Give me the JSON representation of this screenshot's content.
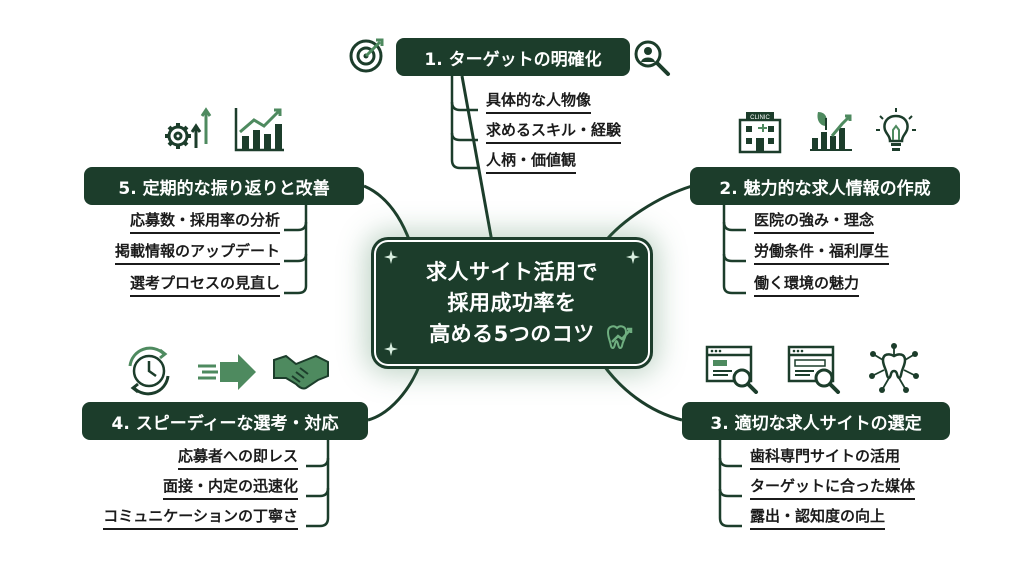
{
  "center": {
    "lines": [
      "求人サイト活用で",
      "採用成功率を",
      "高める5つのコツ"
    ]
  },
  "branches": [
    {
      "title": "1. ターゲットの明確化",
      "items": [
        "具体的な人物像",
        "求めるスキル・経験",
        "人柄・価値観"
      ],
      "icons": [
        "target-icon",
        "magnifier-person-icon"
      ]
    },
    {
      "title": "2. 魅力的な求人情報の作成",
      "items": [
        "医院の強み・理念",
        "労働条件・福利厚生",
        "働く環境の魅力"
      ],
      "icons": [
        "clinic-building-icon",
        "growth-plant-chart-icon",
        "lightbulb-icon"
      ],
      "clinic_sign": "CLINIC"
    },
    {
      "title": "3. 適切な求人サイトの選定",
      "items": [
        "歯科専門サイトの活用",
        "ターゲットに合った媒体",
        "露出・認知度の向上"
      ],
      "icons": [
        "browser-search-icon",
        "browser-search-icon",
        "tooth-network-icon"
      ]
    },
    {
      "title": "4. スピーディーな選考・対応",
      "items": [
        "応募者への即レス",
        "面接・内定の迅速化",
        "コミュニケーションの丁寧さ"
      ],
      "icons": [
        "clock-cycle-icon",
        "speed-arrow-icon",
        "handshake-icon"
      ]
    },
    {
      "title": "5. 定期的な振り返りと改善",
      "items": [
        "応募数・採用率の分析",
        "掲載情報のアップデート",
        "選考プロセスの見直し"
      ],
      "icons": [
        "gears-arrows-icon",
        "bar-chart-growth-icon"
      ]
    }
  ],
  "colors": {
    "node_fill": "#1c3d2b",
    "accent_green": "#4e8a5f",
    "line": "#1c3d2b"
  }
}
